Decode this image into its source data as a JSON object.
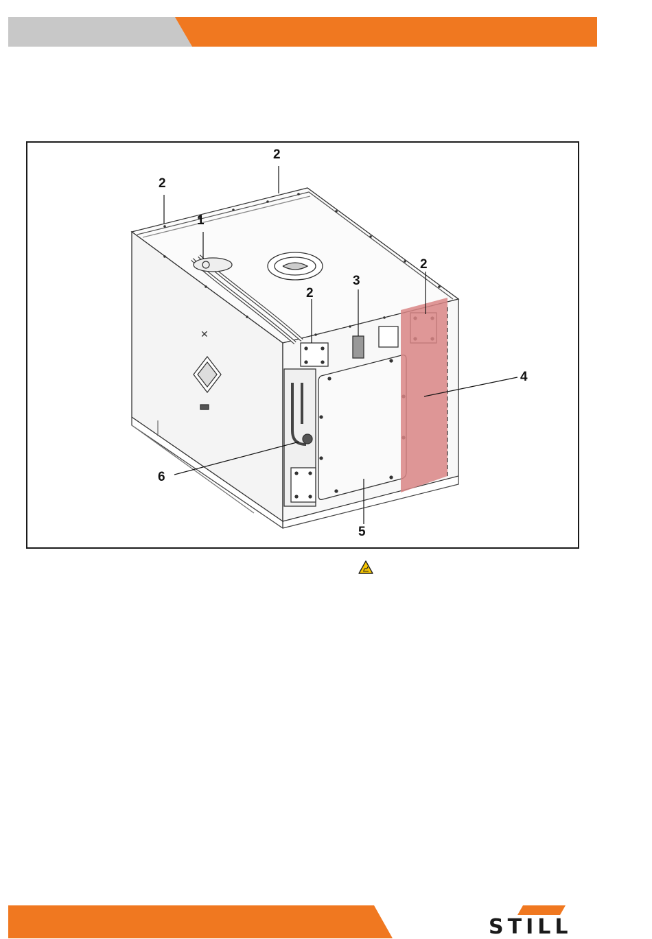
{
  "header": {
    "accent_color": "#f07820",
    "grey_color": "#c8c8c8"
  },
  "figure": {
    "callouts": [
      {
        "id": "c1",
        "label": "1"
      },
      {
        "id": "c2a",
        "label": "2"
      },
      {
        "id": "c2b",
        "label": "2"
      },
      {
        "id": "c2c",
        "label": "2"
      },
      {
        "id": "c2d",
        "label": "2"
      },
      {
        "id": "c3",
        "label": "3"
      },
      {
        "id": "c4",
        "label": "4"
      },
      {
        "id": "c5",
        "label": "5"
      },
      {
        "id": "c6",
        "label": "6"
      }
    ],
    "highlight_color": "#d98585"
  },
  "warning": {
    "icon": "hazard-warning-icon",
    "color": "#f5c400"
  },
  "footer": {
    "logo_text": "STILL",
    "accent_color": "#f07820"
  }
}
